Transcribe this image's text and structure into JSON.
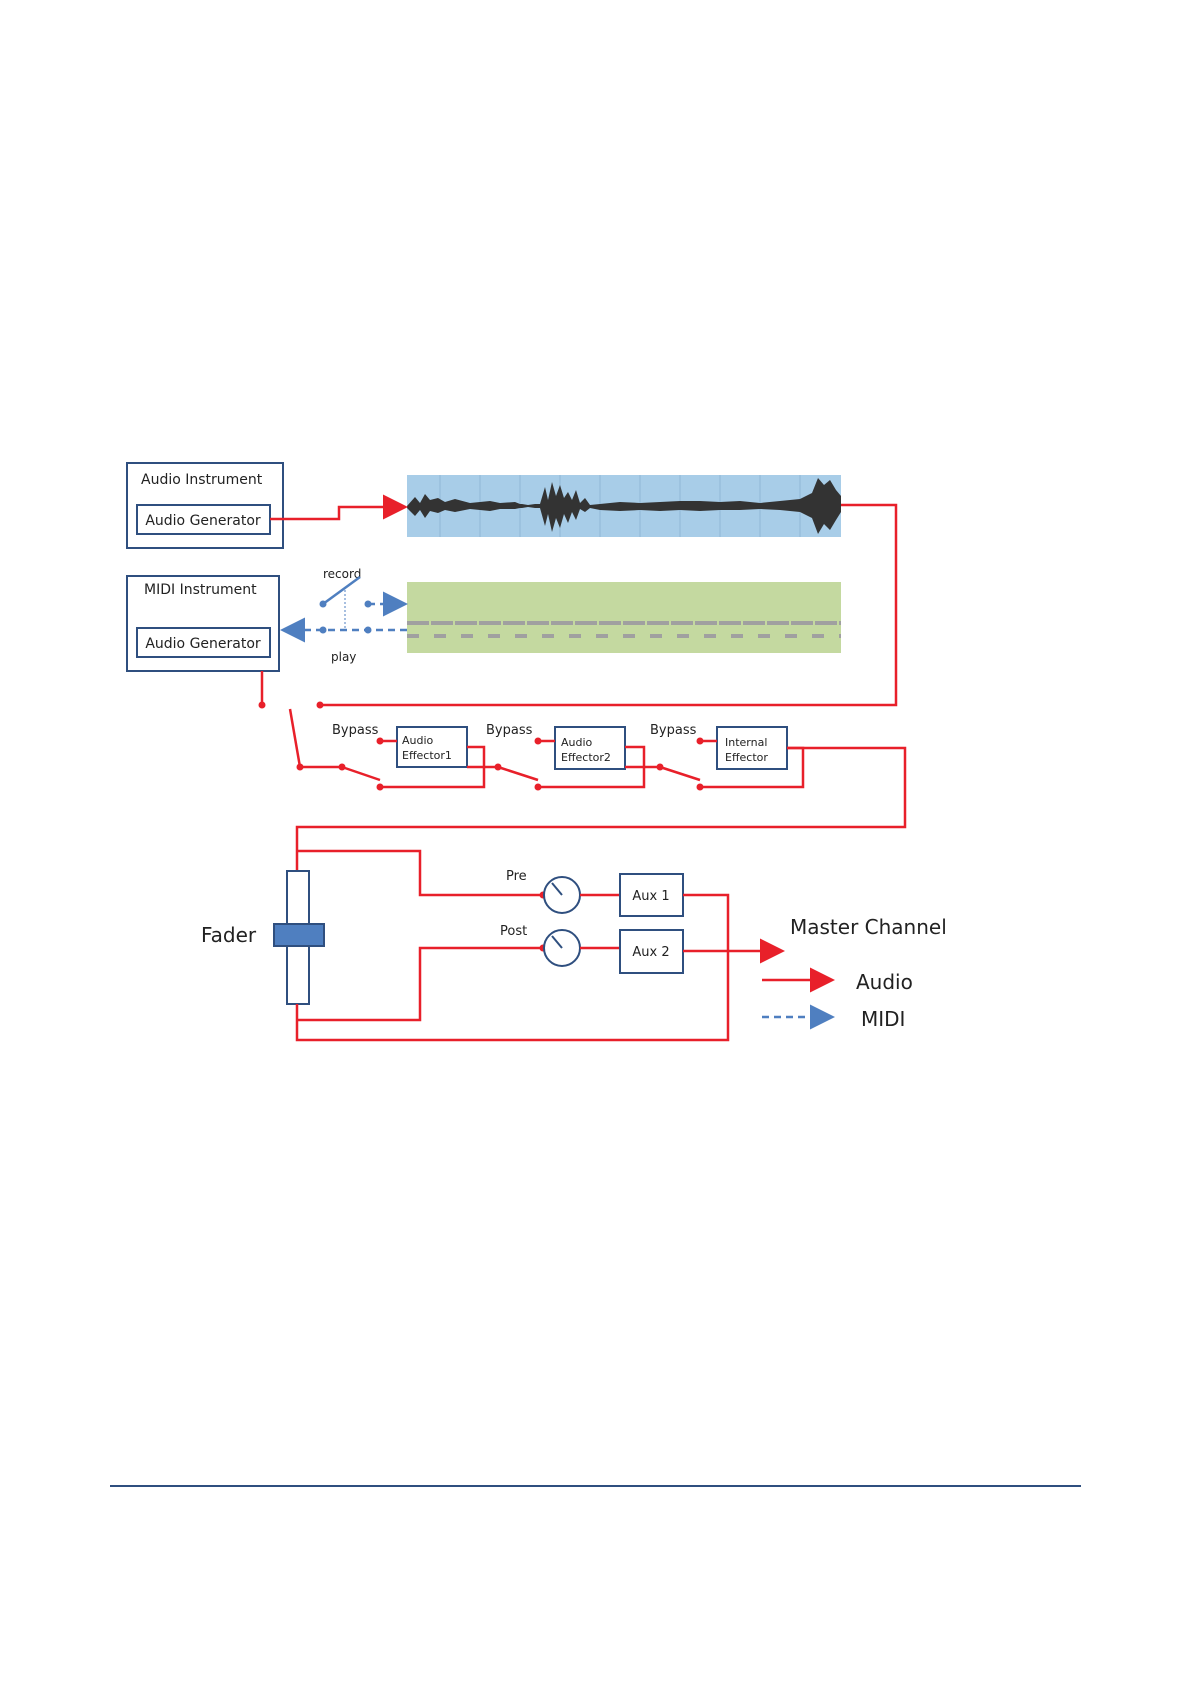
{
  "diagram": {
    "audio_instrument": {
      "title": "Audio Instrument",
      "generator": "Audio Generator"
    },
    "midi_instrument": {
      "title": "MIDI Instrument",
      "generator": "Audio Generator"
    },
    "switch_labels": {
      "record": "record",
      "play": "play"
    },
    "bypass_labels": [
      "Bypass",
      "Bypass",
      "Bypass"
    ],
    "effectors": [
      {
        "line1": "Audio",
        "line2": "Effector1"
      },
      {
        "line1": "Audio",
        "line2": "Effector2"
      },
      {
        "line1": "Internal",
        "line2": "Effector"
      }
    ],
    "fader_label": "Fader",
    "pre_label": "Pre",
    "post_label": "Post",
    "aux1": "Aux 1",
    "aux2": "Aux 2",
    "master_label": "Master Channel",
    "legend": {
      "audio": "Audio",
      "midi": "MIDI"
    },
    "colors": {
      "audio_line": "#e8202a",
      "midi_line": "#4f7fc0",
      "box_border": "#2f4f7f",
      "audio_clip": "#a8cde8",
      "midi_clip": "#c4d9a0",
      "fader_handle": "#4f7fc0",
      "page_rule": "#2f4f7f"
    }
  }
}
